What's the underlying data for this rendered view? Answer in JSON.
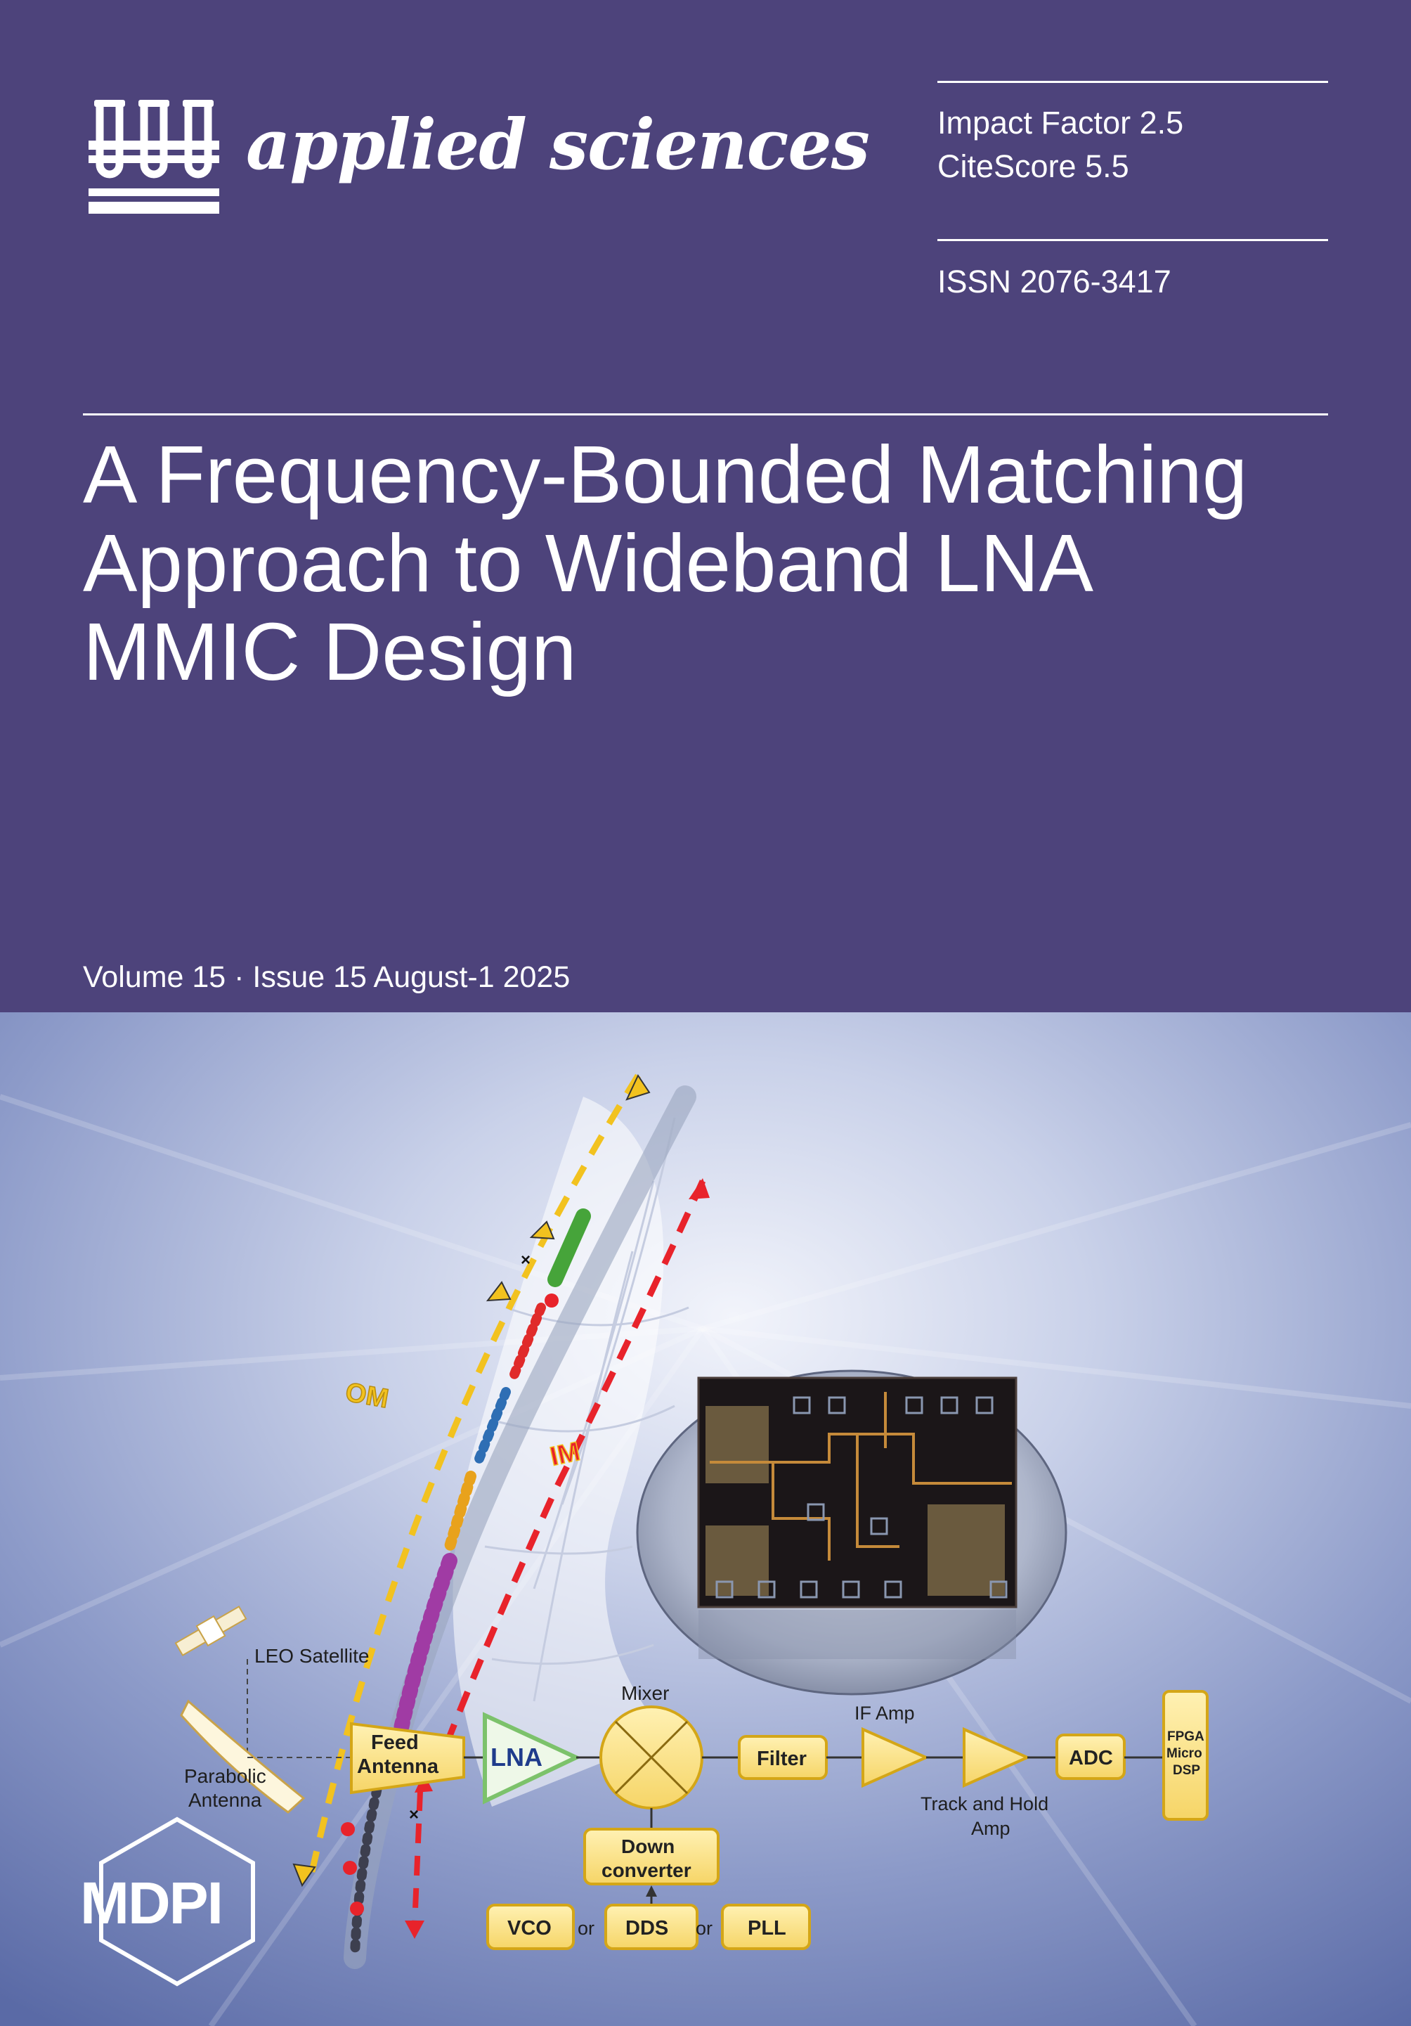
{
  "journal": {
    "name": "applied sciences"
  },
  "metrics": {
    "impact_factor": "Impact Factor 2.5",
    "citescore": "CiteScore 5.5",
    "issn": "ISSN 2076-3417"
  },
  "article": {
    "title_lines": [
      "A Frequency-Bounded Matching",
      "Approach to Wideband LNA",
      "MMIC Design"
    ]
  },
  "issue": {
    "volume_line": "Volume 15 · Issue 15 August-1 2025"
  },
  "publisher": {
    "name": "MDPI"
  },
  "figure": {
    "labels": {
      "om": "OM",
      "im": "IM",
      "leo": "LEO Satellite",
      "parabolic_1": "Parabolic",
      "parabolic_2": "Antenna",
      "feed_1": "Feed",
      "feed_2": "Antenna",
      "lna": "LNA",
      "mixer": "Mixer",
      "filter": "Filter",
      "if_amp": "IF Amp",
      "track_1": "Track and Hold",
      "track_2": "Amp",
      "adc": "ADC",
      "fpga_1": "FPGA",
      "fpga_2": "Micro",
      "fpga_3": "DSP",
      "down_1": "Down",
      "down_2": "converter",
      "vco": "VCO",
      "or_1": "or",
      "dds": "DDS",
      "or_2": "or",
      "pll": "PLL"
    },
    "colors": {
      "block_fill": "#fbe38a",
      "block_stroke": "#d4a617",
      "lna_stroke": "#7cc26b",
      "lna_text": "#1f3c8c",
      "im_arrow": "#e8232b",
      "om_arrow": "#f2c21f"
    }
  }
}
